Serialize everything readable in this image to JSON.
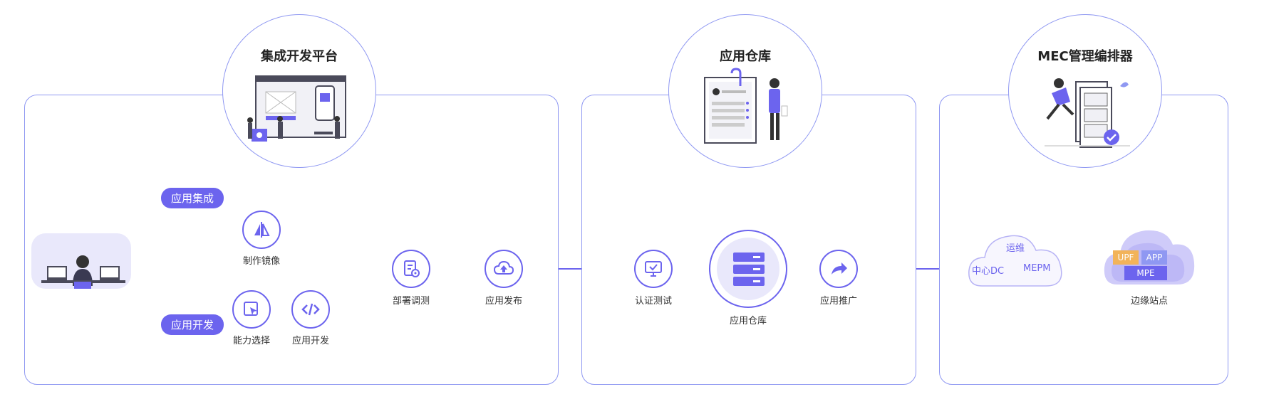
{
  "sections": {
    "platform": {
      "title": "集成开发平台"
    },
    "repository": {
      "title": "应用仓库"
    },
    "mec": {
      "title": "MEC管理编排器"
    }
  },
  "tags": {
    "integration": "应用集成",
    "development": "应用开发"
  },
  "nodes": {
    "make_image": "制作镜像",
    "capability_select": "能力选择",
    "app_develop": "应用开发",
    "deploy_test": "部署调测",
    "app_publish": "应用发布",
    "cert_test": "认证测试",
    "app_repo": "应用仓库",
    "app_promote": "应用推广",
    "edge_site": "边缘站点"
  },
  "center_cloud": {
    "ops": "运维",
    "dc": "中心DC",
    "mepm": "MEPM"
  },
  "edge_cloud": {
    "upf": "UPF",
    "app": "APP",
    "mpe": "MPE"
  },
  "colors": {
    "accent": "#6c64ee",
    "border": "#8f98f2",
    "light": "#e9e8fb",
    "orange": "#f2b35a"
  }
}
